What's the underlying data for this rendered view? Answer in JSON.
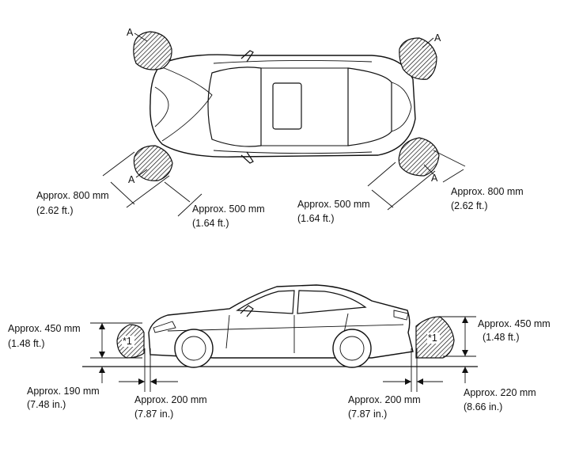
{
  "top_view": {
    "labels": {
      "front_left_corner_marker": "A",
      "front_right_corner_marker": "A",
      "rear_left_corner_marker": "A",
      "rear_right_corner_marker": "A"
    },
    "left_distance": {
      "line1": "Approx. 800 mm",
      "line2": "(2.62 ft.)"
    },
    "left_inner_distance": {
      "line1": "Approx. 500 mm",
      "line2": "(1.64 ft.)"
    },
    "right_inner_distance": {
      "line1": "Approx. 500 mm",
      "line2": "(1.64 ft.)"
    },
    "right_distance": {
      "line1": "Approx. 800 mm",
      "line2": "(2.62 ft.)"
    }
  },
  "side_view": {
    "front_sensor_marker": "*1",
    "rear_sensor_marker": "*1",
    "front_height": {
      "line1": "Approx. 450 mm",
      "line2": "(1.48 ft.)"
    },
    "front_ground": {
      "line1": "Approx. 190 mm",
      "line2": "(7.48 in.)"
    },
    "front_gap": {
      "line1": "Approx. 200 mm",
      "line2": "(7.87 in.)"
    },
    "rear_gap": {
      "line1": "Approx. 200 mm",
      "line2": "(7.87 in.)"
    },
    "rear_height": {
      "line1": "Approx. 450 mm",
      "line2": "(1.48 ft.)"
    },
    "rear_ground": {
      "line1": "Approx. 220 mm",
      "line2": "(8.66 in.)"
    }
  },
  "colors": {
    "ink": "#111111",
    "background": "#ffffff"
  }
}
